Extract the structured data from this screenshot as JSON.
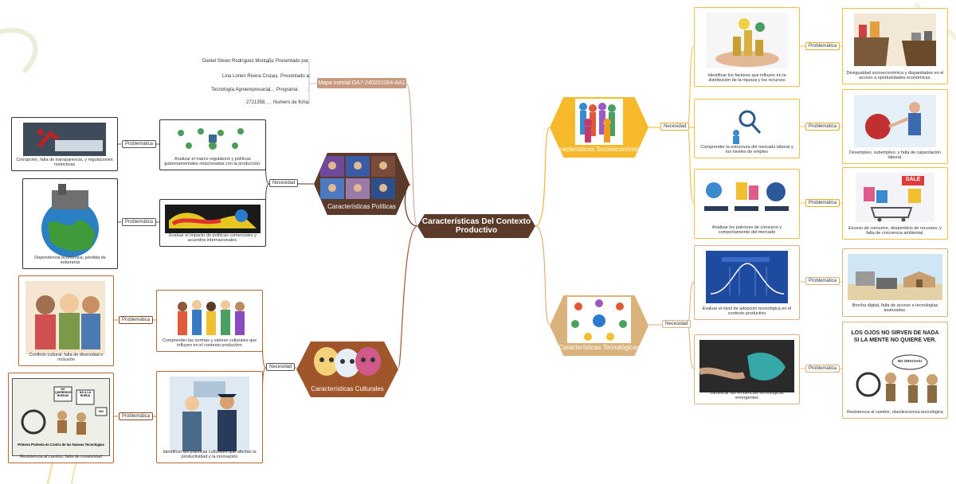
{
  "title": "Características Del Contexto Productivo",
  "header": {
    "mind_map_tag": "Mapa mental GA7-240201064-AA1",
    "presented_by_label": "Presentado por:",
    "presented_by_value": "Daniel Stiven Rodríguez Montaño",
    "presented_to_label": "Presentado a:",
    "presented_to_value": "Lina Lorien Rivera Cruces",
    "program_label": "Programa:",
    "program_value": "Tecnología Agroempresarial",
    "file_label": "Numero de ficha:",
    "file_value": "2721358"
  },
  "labels": {
    "necesidad": "Necesidad",
    "problematica": "Problemática"
  },
  "branches": {
    "politicas": {
      "title": "Características Políticas",
      "needs": [
        {
          "text": "Analizar el marco regulatorio y políticas gubernamentales relacionadas con la producción.",
          "problem": "Corrupción, falta de transparencia, y regulaciones restrictivas"
        },
        {
          "text": "Evaluar el impacto de políticas comerciales y acuerdos internacionales.",
          "problem": "Dependencia económica, pérdida de soberanía"
        }
      ]
    },
    "culturales": {
      "title": "Características Culturales",
      "needs": [
        {
          "text": "Comprender las normas y valores culturales que influyen en el contexto productivo",
          "problem": "Conflicto cultural, falta de diversidad e inclusión"
        },
        {
          "text": "Identificar las prácticas culturales que afectan la productividad y la innovación",
          "problem": "Resistencia al cambio, falta de creatividad",
          "image_text": [
            "NO QUEREMOS RUEDAS",
            "NO A LA RUEDA",
            "NO",
            "Primera Protesta en Contra de las Nuevas Tecnologías"
          ]
        }
      ]
    },
    "socioeconomicas": {
      "title": "Características Socioeconómicas",
      "needs": [
        {
          "text": "Identificar los factores que influyen en la distribución de la riqueza y los recursos",
          "problem": "Desigualdad socioeconómica y disparidades en el acceso a oportunidades económicas."
        },
        {
          "text": "Comprender la estructura del mercado laboral y los niveles de empleo",
          "problem": "Desempleo, subempleo, y falta de capacitación laboral."
        },
        {
          "text": "Analizar los patrones de consumo y comportamiento del mercado",
          "problem": "Exceso de consumo, desperdicio de recursos, y falta de conciencia ambiental.",
          "image_text": [
            "SALE"
          ]
        }
      ]
    },
    "tecnologicas": {
      "title": "Características Tecnológicas",
      "needs": [
        {
          "text": "Evaluar el nivel de adopción tecnológica en el contexto productivo",
          "problem": "Brecha digital, falta de acceso a tecnologías avanzadas."
        },
        {
          "text": "Identificar las tendencias tecnológicas emergentes",
          "problem": "Resistencia al cambio, obsolescencia tecnológica",
          "image_text": [
            "LOS OJOS NO SIRVEN DE NADA",
            "SI LA MENTE NO QUIERE VER.",
            "NO GRACIAS!"
          ]
        }
      ]
    }
  },
  "colors": {
    "dark_brown": "#5b3a2a",
    "gold": "#f6b92b",
    "tan": "#d9b27c",
    "brown": "#a0552a",
    "connector_brown": "#9c5a3a",
    "connector_gold": "#f1b73a"
  }
}
